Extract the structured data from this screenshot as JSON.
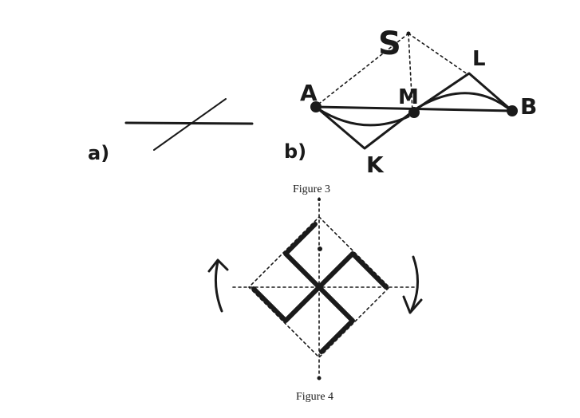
{
  "figure3": {
    "caption": "Figure 3",
    "label_a": "a)",
    "label_b": "b)",
    "points": {
      "S": "S",
      "A": "A",
      "M": "M",
      "L": "L",
      "B": "B",
      "K": "K"
    }
  },
  "figure4": {
    "caption": "Figure 4"
  },
  "colors": {
    "ink": "#1a1a1a",
    "paper": "#ffffff"
  }
}
